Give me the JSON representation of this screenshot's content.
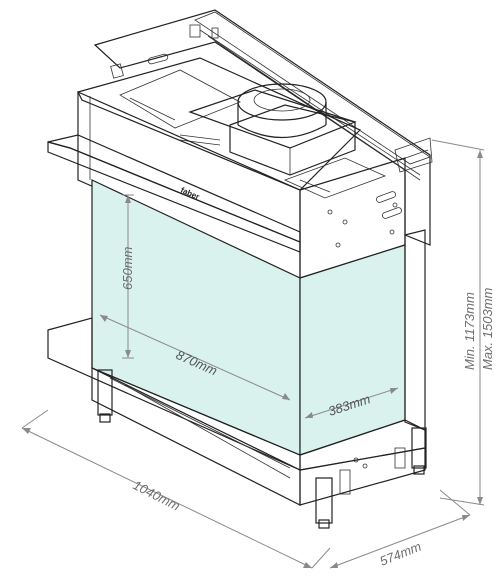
{
  "dimensions": {
    "height_inner": "650mm",
    "width_inner": "870mm",
    "depth_inner": "383mm",
    "overall_width": "1040mm",
    "overall_depth": "574mm",
    "height_min": "Min. 1173mm",
    "height_max": "Max. 1503mm"
  },
  "brand_label": "faber",
  "colors": {
    "glass": "#d9f2ee",
    "line": "#222222",
    "dimension": "#8a8a8a"
  }
}
